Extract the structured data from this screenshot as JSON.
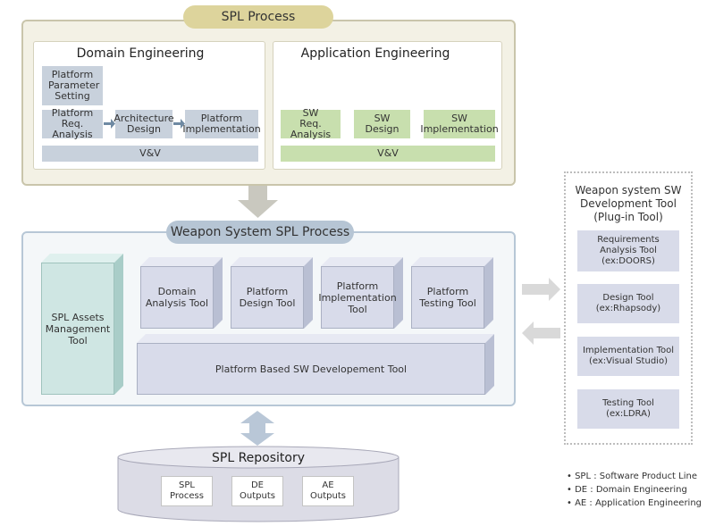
{
  "spl_process": {
    "title": "SPL Process",
    "domain_engineering": {
      "title": "Domain Engineering",
      "platform_parameter_setting": "Platform Parameter Setting",
      "platform_req_analysis": [
        "Platform",
        "Req. Analysis"
      ],
      "architecture_design": [
        "Architecture",
        "Design"
      ],
      "platform_implementation": [
        "Platform",
        "Implementation"
      ],
      "vv": "V&V"
    },
    "application_engineering": {
      "title": "Application Engineering",
      "sw_req_analysis": [
        "SW",
        "Req. Analysis"
      ],
      "sw_design": [
        "SW",
        "Design"
      ],
      "sw_implementation": [
        "SW",
        "Implementation"
      ],
      "vv": "V&V"
    }
  },
  "weapon_spl": {
    "title": "Weapon System SPL Process",
    "assets_tool": [
      "SPL Assets",
      "Management",
      "Tool"
    ],
    "domain_analysis_tool": [
      "Domain",
      "Analysis Tool"
    ],
    "platform_design_tool": [
      "Platform",
      "Design Tool"
    ],
    "platform_implementation_tool": [
      "Platform",
      "Implementation",
      "Tool"
    ],
    "platform_testing_tool": [
      "Platform",
      "Testing Tool"
    ],
    "platform_based_tool": "Platform Based SW Developement Tool"
  },
  "tool_panel": {
    "title": [
      "Weapon system SW",
      "Development Tool",
      "(Plug-in Tool)"
    ],
    "tools": [
      [
        "Requirements",
        "Analysis Tool",
        "(ex:DOORS)"
      ],
      [
        "Design Tool",
        "(ex:Rhapsody)"
      ],
      [
        "Implementation Tool",
        "(ex:Visual Studio)"
      ],
      [
        "Testing Tool",
        "(ex:LDRA)"
      ]
    ]
  },
  "repository": {
    "title": "SPL Repository",
    "docs": [
      [
        "SPL",
        "Process"
      ],
      [
        "DE",
        "Outputs"
      ],
      [
        "AE",
        "Outputs"
      ]
    ]
  },
  "legend": [
    "• SPL : Software Product Line",
    "• DE : Domain Engineering",
    "• AE : Application Engineering"
  ],
  "colors": {
    "spl_border": "#c9c5ab",
    "spl_pill": "#ddd49c",
    "gray_box": "#c8d1dc",
    "green_box": "#c8dfae",
    "weapon_border": "#b7c7d6",
    "weapon_pill": "#b6c5d4",
    "teal_box": "#cfe6e3"
  }
}
